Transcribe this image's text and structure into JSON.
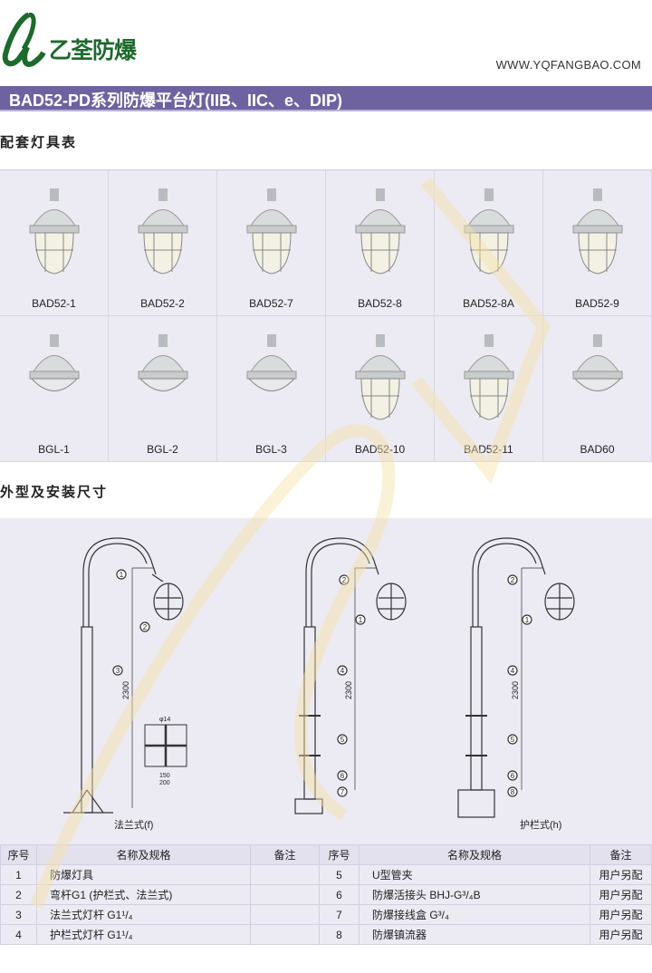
{
  "header": {
    "logo_text": "乙荃防爆",
    "url": "WWW.YQFANGBAO.COM"
  },
  "title_bar": "BAD52-PD系列防爆平台灯(IIB、IIC、e、DIP)",
  "section1": "配套灯具表",
  "lamps": [
    "BAD52-1",
    "BAD52-2",
    "BAD52-7",
    "BAD52-8",
    "BAD52-8A",
    "BAD52-9",
    "BGL-1",
    "BGL-2",
    "BGL-3",
    "BAD52-10",
    "BAD52-11",
    "BAD60"
  ],
  "section2": "外型及安装尺寸",
  "diagram": {
    "height": "2300",
    "flange_label": "法兰式(f)",
    "rail_label": "护栏式(h)",
    "phi": "φ14",
    "dim150": "150",
    "dim200": "200",
    "markers": [
      "1",
      "2",
      "3",
      "4",
      "5",
      "6",
      "7",
      "8"
    ]
  },
  "table": {
    "headers": [
      "序号",
      "名称及规格",
      "备注",
      "序号",
      "名称及规格",
      "备注"
    ],
    "rows": [
      {
        "n1": "1",
        "name1": "防爆灯具",
        "note1": "",
        "n2": "5",
        "name2": "U型管夹",
        "note2": "用户另配"
      },
      {
        "n1": "2",
        "name1": "弯杆G1 (护栏式、法兰式)",
        "note1": "",
        "n2": "6",
        "name2": "防爆活接头 BHJ-G³/₄B",
        "note2": "用户另配"
      },
      {
        "n1": "3",
        "name1": "法兰式灯杆 G1¹/₄",
        "note1": "",
        "n2": "7",
        "name2": "防爆接线盒 G³/₄",
        "note2": "用户另配"
      },
      {
        "n1": "4",
        "name1": "护栏式灯杆 G1¹/₄",
        "note1": "",
        "n2": "8",
        "name2": "防爆镇流器",
        "note2": "用户另配"
      }
    ]
  },
  "colors": {
    "brand_green": "#1c6a2c",
    "title_bar": "#6f62a0",
    "panel": "#eceaf3"
  }
}
